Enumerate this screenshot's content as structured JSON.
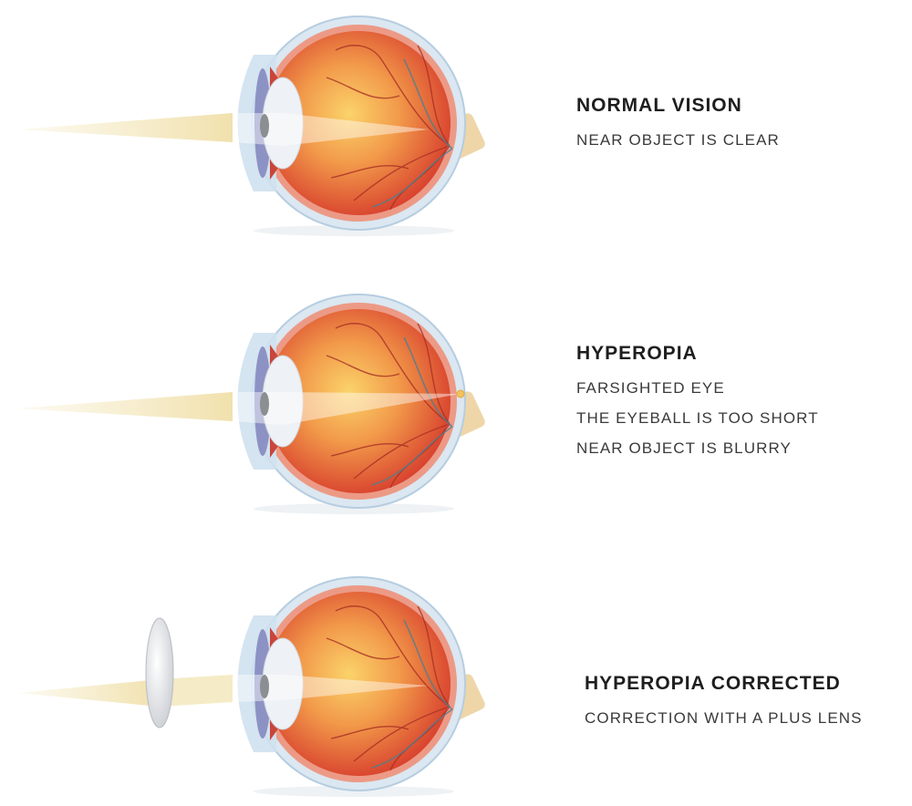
{
  "sections": [
    {
      "title": "NORMAL VISION",
      "lines": [
        "NEAR OBJECT IS CLEAR"
      ]
    },
    {
      "title": "HYPEROPIA",
      "lines": [
        "FARSIGHTED EYE",
        "THE EYEBALL IS TOO SHORT",
        "NEAR OBJECT IS BLURRY"
      ]
    },
    {
      "title": "HYPEROPIA CORRECTED",
      "lines": [
        "CORRECTION WITH A PLUS LENS"
      ]
    }
  ],
  "colors": {
    "sclera": "#dbe7f1",
    "retina_center": "#f9c45e",
    "retina_edge": "#d63a2c",
    "beam": "#f3e6b8",
    "text": "#1e1e1e"
  }
}
